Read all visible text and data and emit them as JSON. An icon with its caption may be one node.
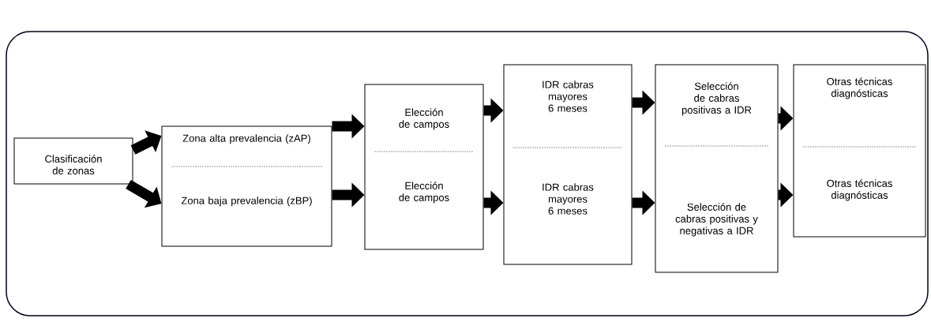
{
  "diagram": {
    "nodes": [
      {
        "text": [
          "Clasificación de zonas"
        ]
      },
      {
        "text": [
          "Zona alta prevalencia (zAP)",
          "Zona baja prevalencia (zBP)"
        ]
      },
      {
        "text": [
          "Elección de campos",
          "Elección de campos"
        ]
      },
      {
        "text": [
          "IDR cabras mayores 6 meses",
          "IDR cabras mayores 6 meses"
        ]
      },
      {
        "text": [
          "Selección de cabras positivas a IDR",
          "Selección de cabras positivas y negativas a IDR"
        ]
      },
      {
        "text": [
          "Otras técnicas diagnósticas",
          "Otras técnicas diagnósticas"
        ]
      }
    ],
    "edges": [
      {
        "from": 0,
        "to": 1,
        "arrow": "to"
      },
      {
        "from": 0,
        "to": 1,
        "arrow": "to"
      },
      {
        "from": 1,
        "to": 2,
        "arrow": "to"
      },
      {
        "from": 1,
        "to": 2,
        "arrow": "to"
      },
      {
        "from": 2,
        "to": 3,
        "arrow": "to"
      },
      {
        "from": 2,
        "to": 3,
        "arrow": "to"
      },
      {
        "from": 3,
        "to": 4,
        "arrow": "to"
      },
      {
        "from": 3,
        "to": 4,
        "arrow": "to"
      },
      {
        "from": 4,
        "to": 5,
        "arrow": "to"
      },
      {
        "from": 4,
        "to": 5,
        "arrow": "to"
      }
    ]
  }
}
